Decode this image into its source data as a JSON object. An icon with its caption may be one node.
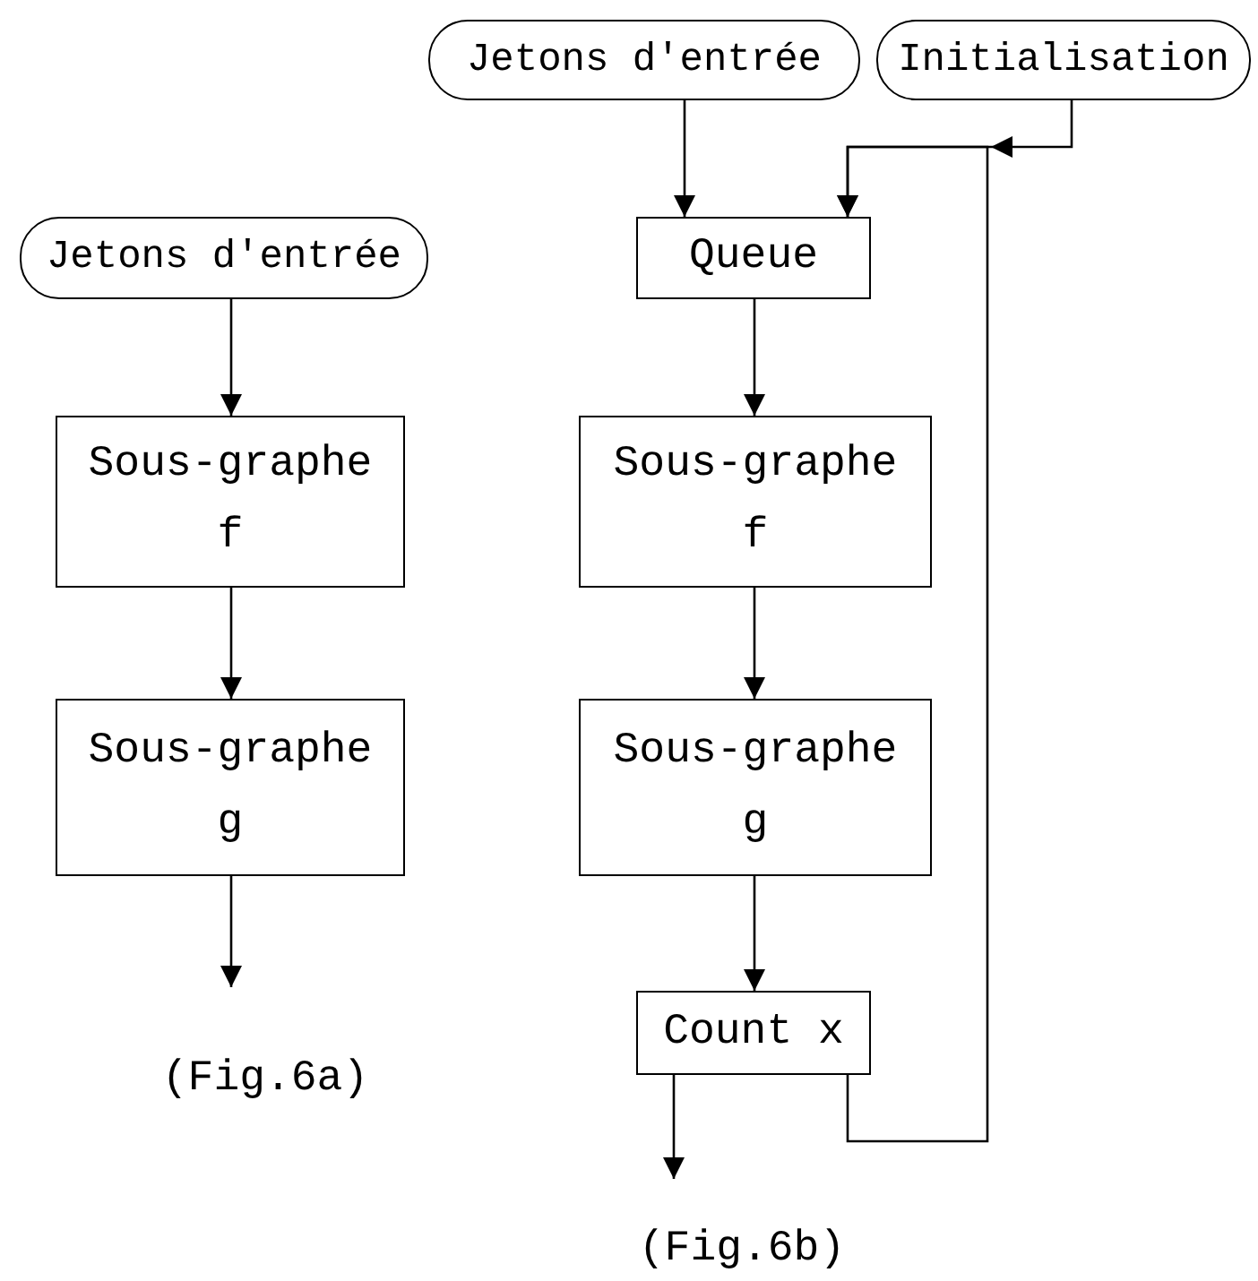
{
  "diagram": {
    "nodes": [
      {
        "text": [
          "Jetons d'entrée"
        ]
      },
      {
        "text": [
          "Sous-graphe f"
        ]
      },
      {
        "text": [
          "Sous-graphe g"
        ]
      },
      {
        "text": [
          "Jetons d'entrée"
        ]
      },
      {
        "text": [
          "Initialisation"
        ]
      },
      {
        "text": [
          "Queue"
        ]
      },
      {
        "text": [
          "Sous-graphe f"
        ]
      },
      {
        "text": [
          "Sous-graphe g"
        ]
      },
      {
        "text": [
          "Count x"
        ]
      }
    ],
    "edges": [
      {
        "from": 0,
        "to": 1,
        "arrow": "to"
      },
      {
        "from": 1,
        "to": 2,
        "arrow": "to"
      },
      {
        "from": 2,
        "to": null,
        "arrow": "to"
      },
      {
        "from": 3,
        "to": 5,
        "arrow": "to"
      },
      {
        "from": 4,
        "to": 5,
        "arrow": "to"
      },
      {
        "from": 8,
        "to": 5,
        "arrow": "to"
      },
      {
        "from": 5,
        "to": 6,
        "arrow": "to"
      },
      {
        "from": 6,
        "to": 7,
        "arrow": "to"
      },
      {
        "from": 7,
        "to": 8,
        "arrow": "to"
      },
      {
        "from": 8,
        "to": null,
        "arrow": "to"
      }
    ],
    "labels": [
      "(Fig.6a)",
      "(Fig.6b)"
    ]
  }
}
